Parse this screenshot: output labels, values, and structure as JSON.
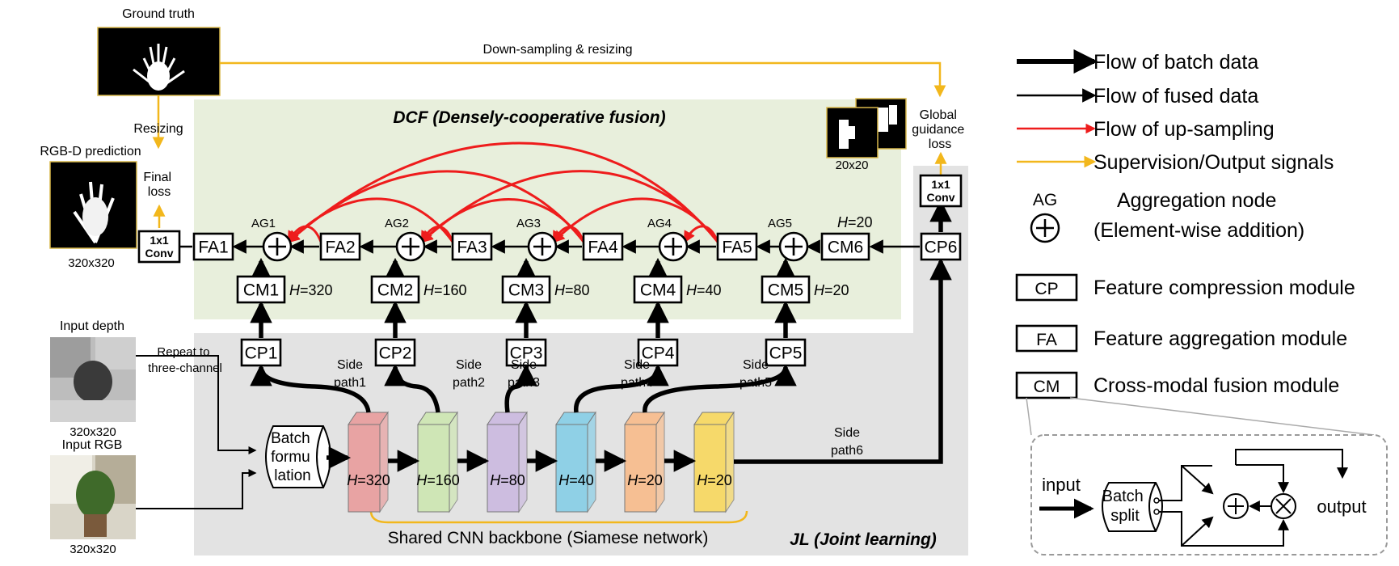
{
  "colors": {
    "dcf_region": "#e8efdc",
    "jl_region": "#e3e3e3",
    "up_sampling": "#ee1c1c",
    "supervision": "#f2b71c",
    "block_colors": [
      "#e8a3a3",
      "#cfe6b6",
      "#cdbde0",
      "#8fd0e6",
      "#f6bf93",
      "#f6d96a"
    ]
  },
  "images": {
    "ground_truth_label": "Ground truth",
    "rgbd_prediction_label": "RGB-D prediction",
    "rgbd_prediction_size": "320x320",
    "input_depth_label": "Input depth",
    "input_depth_size": "320x320",
    "input_rgb_label": "Input RGB",
    "input_rgb_size": "320x320",
    "global_maps_size": "20x20"
  },
  "annotations": {
    "down_sampling": "Down-sampling & resizing",
    "resizing": "Resizing",
    "final_loss": [
      "Final",
      "loss"
    ],
    "global_loss": [
      "Global",
      "guidance",
      "loss"
    ],
    "repeat": [
      "Repeat to",
      "three-channel"
    ],
    "batch_formulation": [
      "Batch",
      "formu",
      "lation"
    ],
    "backbone": "Shared CNN backbone (Siamese network)",
    "conv": [
      "1x1",
      "Conv"
    ]
  },
  "regions": {
    "dcf_title": "DCF (Densely-cooperative fusion)",
    "jl_title": "JL (Joint learning)"
  },
  "modules": {
    "fa": [
      "FA1",
      "FA2",
      "FA3",
      "FA4",
      "FA5"
    ],
    "ag": [
      "AG1",
      "AG2",
      "AG3",
      "AG4",
      "AG5"
    ],
    "cm": [
      "CM1",
      "CM2",
      "CM3",
      "CM4",
      "CM5",
      "CM6"
    ],
    "cm_h": [
      "=320",
      "=160",
      "=80",
      "=40",
      "=20",
      "=20"
    ],
    "cp": [
      "CP1",
      "CP2",
      "CP3",
      "CP4",
      "CP5",
      "CP6"
    ],
    "side_paths": [
      [
        "Side",
        "path1"
      ],
      [
        "Side",
        "path2"
      ],
      [
        "Side",
        "path3"
      ],
      [
        "Side",
        "path4"
      ],
      [
        "Side",
        "path5"
      ],
      [
        "Side",
        "path6"
      ]
    ],
    "block_h": [
      "=320",
      "=160",
      "=80",
      "=40",
      "=20",
      "=20"
    ],
    "h_symbol": "H"
  },
  "legend": {
    "batch": "Flow of batch data",
    "fused": "Flow of fused data",
    "upsampling": "Flow of up-sampling",
    "supervision": "Supervision/Output signals",
    "ag_abbrev": "AG",
    "ag_label": "Aggregation node",
    "ag_desc": "(Element-wise addition)",
    "cp_abbrev": "CP",
    "cp_label": "Feature compression module",
    "fa_abbrev": "FA",
    "fa_label": "Feature aggregation module",
    "cm_abbrev": "CM",
    "cm_label": "Cross-modal fusion module"
  },
  "cm_detail": {
    "input": "input",
    "batch_split": [
      "Batch",
      "split"
    ],
    "output": "output"
  }
}
